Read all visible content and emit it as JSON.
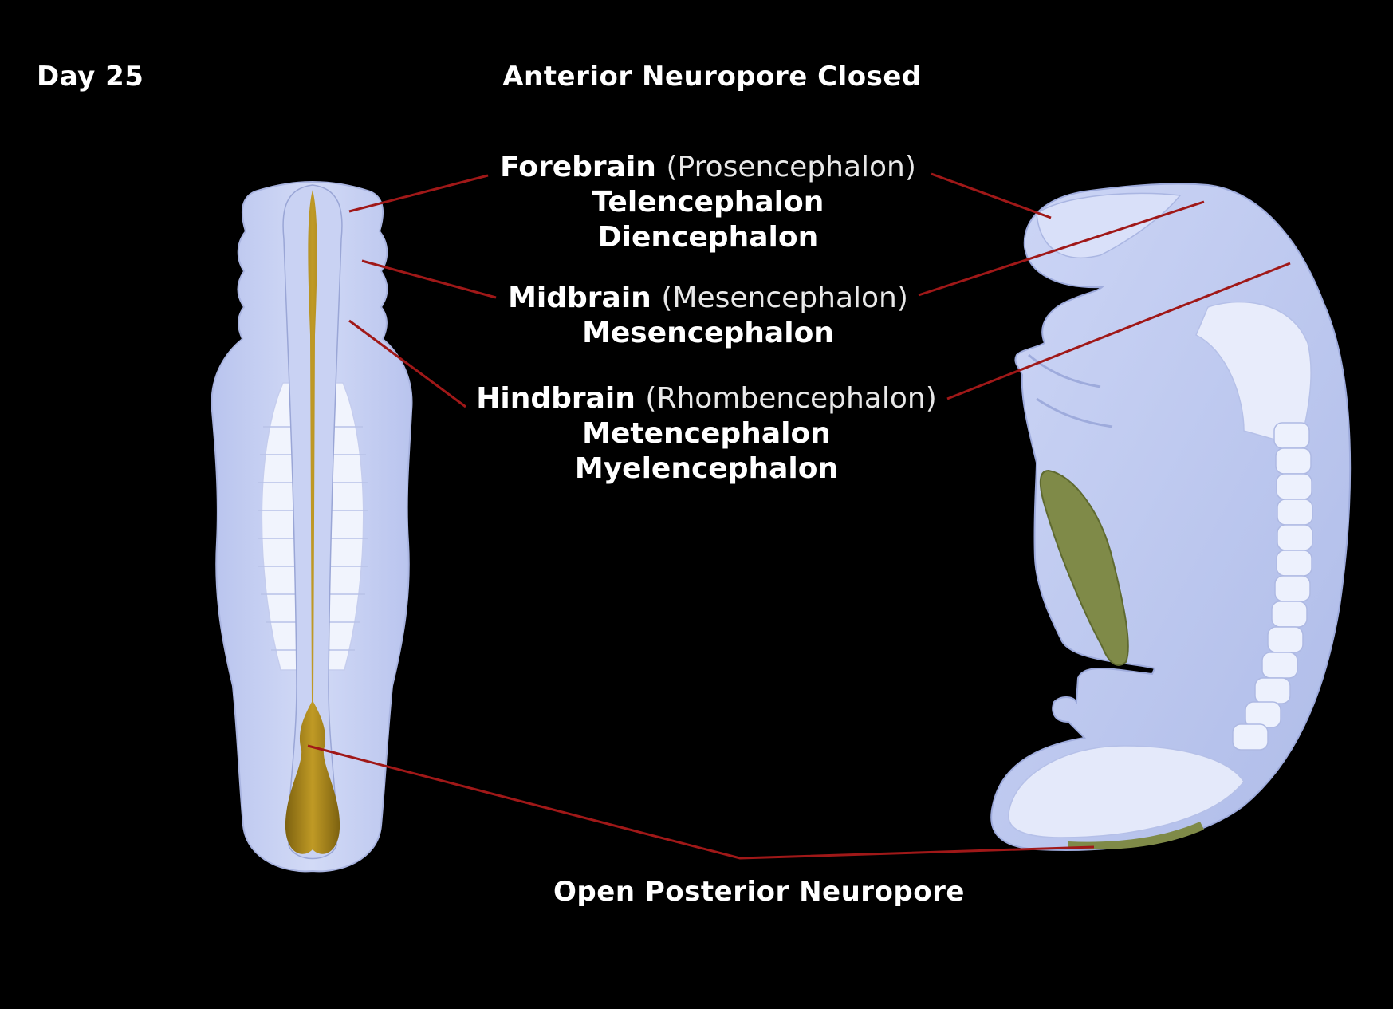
{
  "day": "Day 25",
  "title": "Anterior Neuropore Closed",
  "forebrain": {
    "name": "Forebrain",
    "alt": "(Prosencephalon)",
    "sub1": "Telencephalon",
    "sub2": "Diencephalon"
  },
  "midbrain": {
    "name": "Midbrain",
    "alt": "(Mesencephalon)",
    "sub1": "Mesencephalon"
  },
  "hindbrain": {
    "name": "Hindbrain",
    "alt": "(Rhombencephalon)",
    "sub1": "Metencephalon",
    "sub2": "Myelencephalon"
  },
  "posterior": "Open Posterior Neuropore",
  "colors": {
    "background": "#000000",
    "embryo": "#c3cdf0",
    "embryo_light": "#dfe5fa",
    "neural_groove": "#a8861a",
    "heart": "#7f8a48",
    "leader": "#a01818"
  }
}
